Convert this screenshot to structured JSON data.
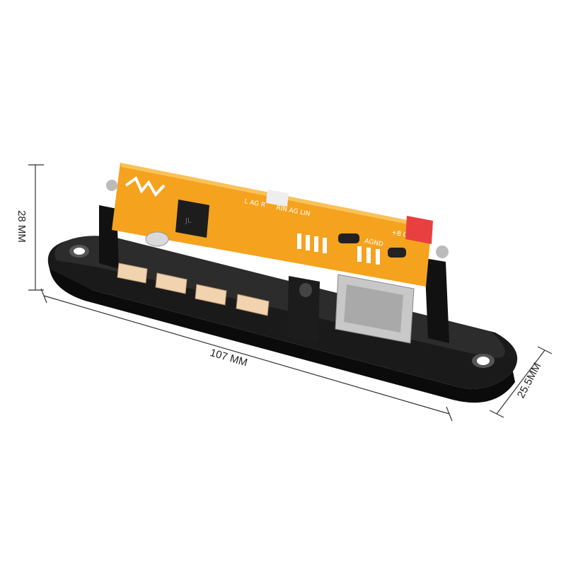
{
  "dimensions": {
    "height": "28 MM",
    "length": "107 MM",
    "depth": "25.5MM"
  },
  "board_silkscreen": {
    "left_out": "L AG R",
    "right_in": "RIN AG LIN",
    "power": "+B GND",
    "agnd": "AGND"
  },
  "colors": {
    "pcb": "#f5a21e",
    "base": "#111111",
    "connector": "#f2d3b0",
    "ir_receiver": "#e84040",
    "dimension_line": "#333333"
  }
}
